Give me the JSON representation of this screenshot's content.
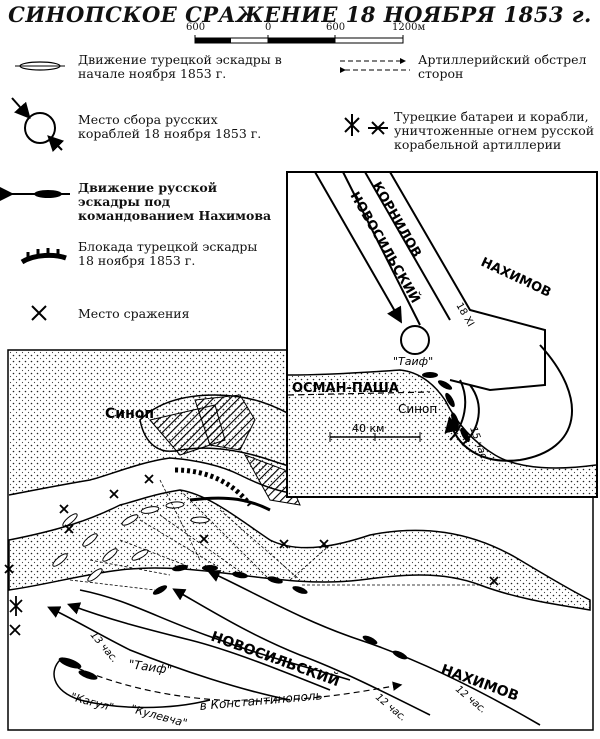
{
  "title": "СИНОПСКОЕ СРАЖЕНИЕ 18 НОЯБРЯ 1853 г.",
  "scale": {
    "ticks": [
      "600",
      "0",
      "600",
      "1200м"
    ]
  },
  "legend": {
    "turkish_movement": "Движение турецкой эскадры в начале ноября 1853 г.",
    "artillery_fire": "Артиллерийский обстрел сторон",
    "russian_assembly": "Место сбора русских кораблей 18 ноября 1853 г.",
    "destroyed_batteries": "Турецкие батареи и корабли, уничтоженные огнем русской корабельной артиллерии",
    "russian_movement": "Движение русской эскадры под командованием Нахимова",
    "blockade": "Блокада турецкой эскадры 18 ноября 1853 г.",
    "battle_site": "Место сражения"
  },
  "inset": {
    "novosilsky": "НОВОСИЛЬСКИЙ",
    "kornilov": "КОРНИЛОВ",
    "nakhimov": "НАХИМОВ",
    "date_mark": "18 XI",
    "taif": "\"Таиф\"",
    "osman_pasha": "ОСМАН-ПАША",
    "sinop": "Синоп",
    "time": "15 час.",
    "scale": "40 км"
  },
  "main_map": {
    "sinop": "Синоп",
    "novosilsky": "НОВОСИЛЬСКИЙ",
    "nakhimov": "НАХИМОВ",
    "taif": "\"Таиф\"",
    "kagul": "\"Кагул\"",
    "kulevcha": "\"Кулевча\"",
    "to_constantinople": "в Константинополь",
    "time_13": "13 час.",
    "time_12a": "12 час.",
    "time_12b": "12 час."
  }
}
